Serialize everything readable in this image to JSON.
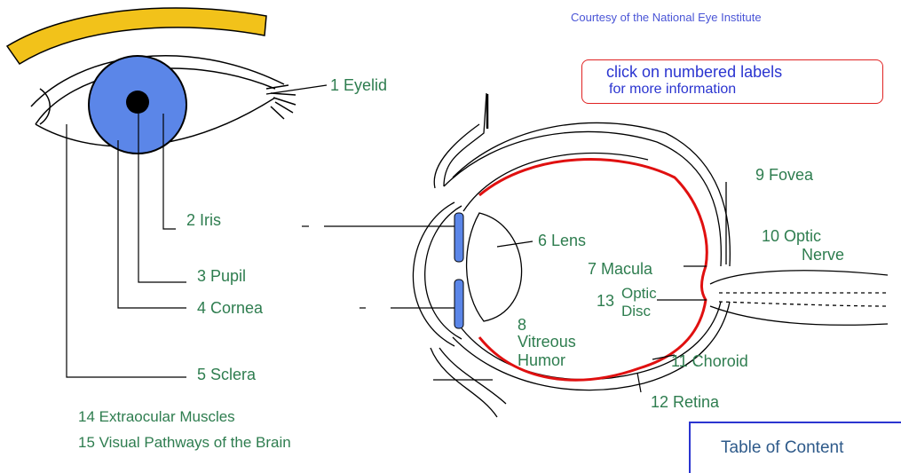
{
  "credit": "Courtesy of the National Eye Institute",
  "notice": {
    "line1": "click on numbered labels",
    "line2": "for more information"
  },
  "labels": {
    "eyelid": "1  Eyelid",
    "iris": "2   Iris",
    "pupil": "3   Pupil",
    "cornea": "4    Cornea",
    "sclera": "5     Sclera",
    "lens": "6 Lens",
    "macula": "7 Macula",
    "vitreous_num": "8",
    "vitreous_1": "Vitreous",
    "vitreous_2": "Humor",
    "fovea": "9  Fovea",
    "optic_nerve_1": "10  Optic",
    "optic_nerve_2": "Nerve",
    "choroid": "11 Choroid",
    "retina": "12  Retina",
    "optic_disc_num": "13",
    "optic_disc_1": "Optic",
    "optic_disc_2": "Disc",
    "extraocular": "14 Extraocular Muscles",
    "pathways": "15 Visual Pathways of the Brain"
  },
  "toc_label": "Table of Content",
  "colors": {
    "label_green": "#2e7d4f",
    "credit_blue": "#4a55d6",
    "notice_border": "#e02222",
    "iris_blue": "#5b86e8",
    "eyebrow_yellow": "#f2c21a",
    "retina_red": "#e01010"
  }
}
